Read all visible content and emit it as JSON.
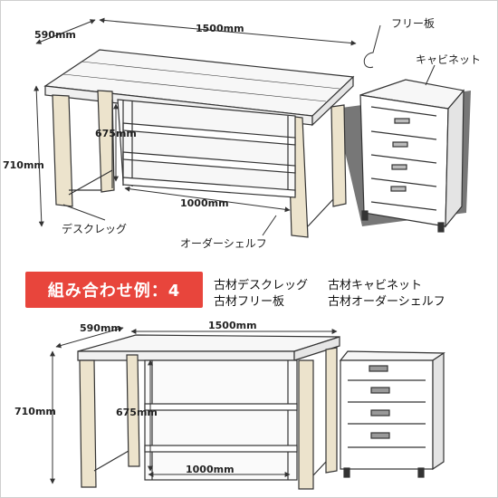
{
  "top": {
    "dims": {
      "depth": "590mm",
      "width": "1500mm",
      "height": "710mm",
      "shelf_height": "675mm",
      "shelf_width": "1000mm"
    },
    "labels": {
      "free_board": "フリー板",
      "cabinet": "キャビネット",
      "desk_leg": "デスクレッグ",
      "order_shelf": "オーダーシェルフ"
    }
  },
  "banner": {
    "text": "組み合わせ例：4"
  },
  "combination": {
    "item1": "古材デスクレッグ",
    "item2": "古材キャビネット",
    "item3": "古材フリー板",
    "item4": "古材オーダーシェルフ"
  },
  "bottom": {
    "dims": {
      "depth": "590mm",
      "width": "1500mm",
      "height": "710mm",
      "shelf_height": "675mm",
      "shelf_width": "1000mm"
    }
  },
  "colors": {
    "wood": "#ece3cc",
    "white_panel": "#f7f7f7",
    "line": "#333333",
    "banner": "#e8453c",
    "shadow": "#777777"
  }
}
